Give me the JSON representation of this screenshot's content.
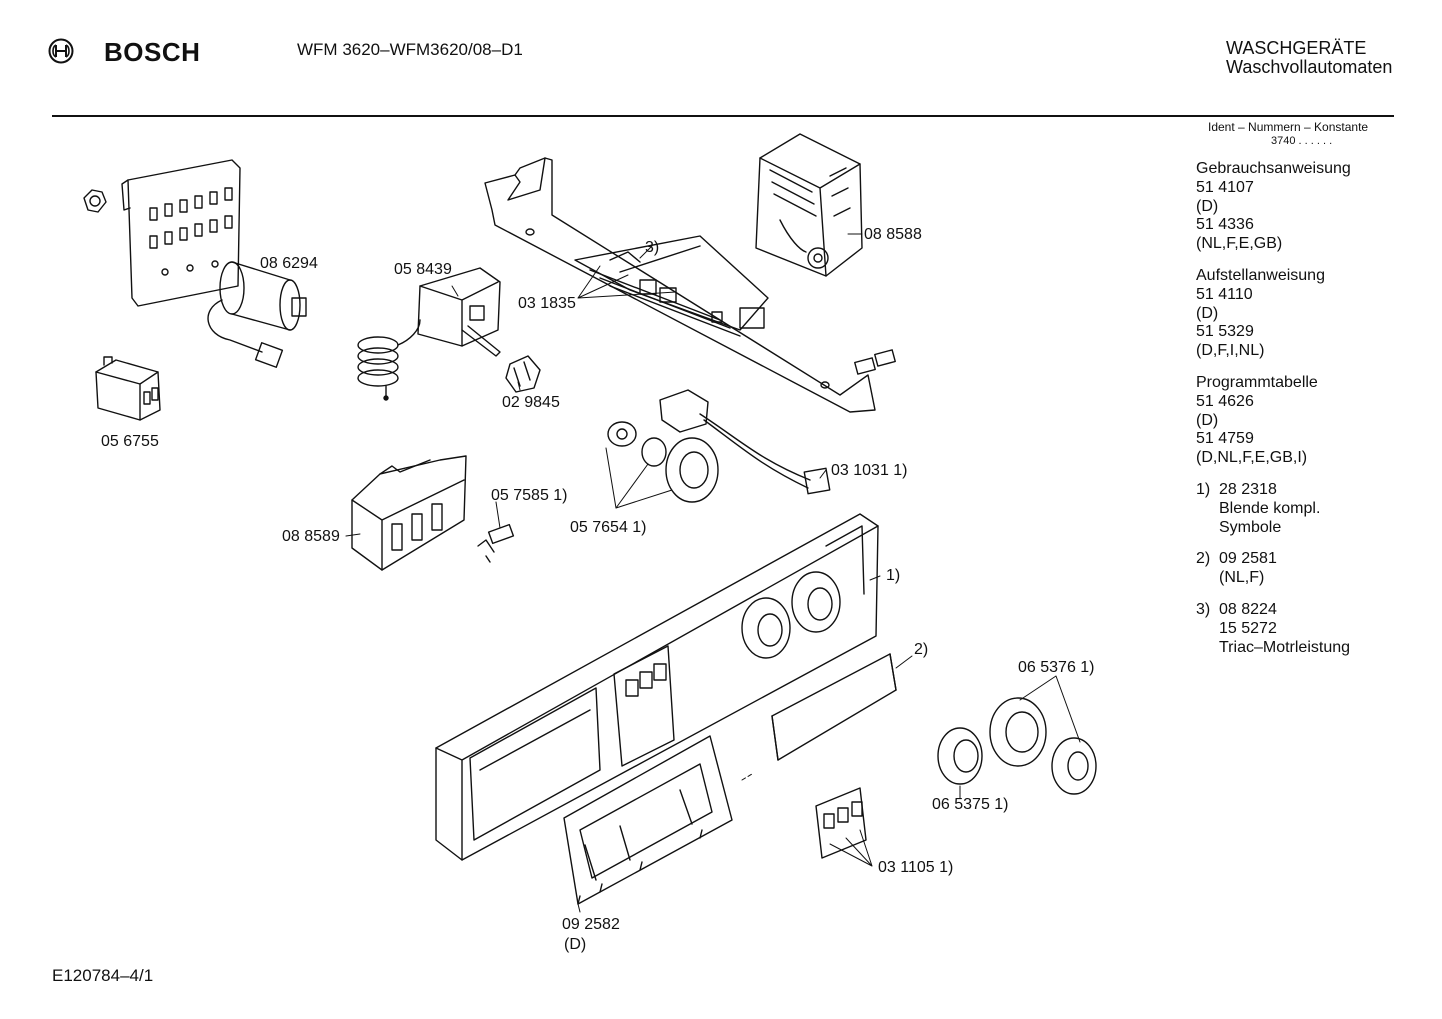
{
  "header": {
    "brand": "BOSCH",
    "model": "WFM 3620–WFM3620/08–D1",
    "category_line1": "WASCHGERÄTE",
    "category_line2": "Waschvollautomaten"
  },
  "sidebar": {
    "ident_title": "Ident – Nummern – Konstante",
    "ident_value": "3740 . .  . . . .",
    "sections": [
      {
        "title": "Gebrauchsanweisung",
        "lines": [
          "51 4107",
          "(D)",
          "51 4336",
          "(NL,F,E,GB)"
        ]
      },
      {
        "title": "Aufstellanweisung",
        "lines": [
          "51 4110",
          "(D)",
          "51 5329",
          "(D,F,I,NL)"
        ]
      },
      {
        "title": "Programmtabelle",
        "lines": [
          "51 4626",
          "(D)",
          "51 4759",
          "(D,NL,F,E,GB,I)"
        ]
      }
    ],
    "notes": [
      {
        "num": "1)",
        "lines": [
          "28 2318",
          "Blende kompl.",
          "Symbole"
        ]
      },
      {
        "num": "2)",
        "lines": [
          "09 2581",
          "(NL,F)"
        ]
      },
      {
        "num": "3)",
        "lines": [
          "08 8224",
          "15 5272",
          "Triac–Motrleistung"
        ]
      }
    ]
  },
  "parts": {
    "p086294": "08 6294",
    "p058439": "05 8439",
    "p031835": "03 1835",
    "p088588": "08 8588",
    "p056755": "05 6755",
    "p029845": "02 9845",
    "p031031": "03 1031 1)",
    "p057585": "05 7585 1)",
    "p088589": "08 8589",
    "p057654": "05 7654 1)",
    "ref1": "1)",
    "ref2": "2)",
    "ref3": "3)",
    "p065376": "06 5376 1)",
    "p065375": "06 5375 1)",
    "p031105": "03 1105 1)",
    "p092582": "09 2582",
    "p092582_sub": "(D)"
  },
  "footer": {
    "code": "E120784–4/1"
  }
}
